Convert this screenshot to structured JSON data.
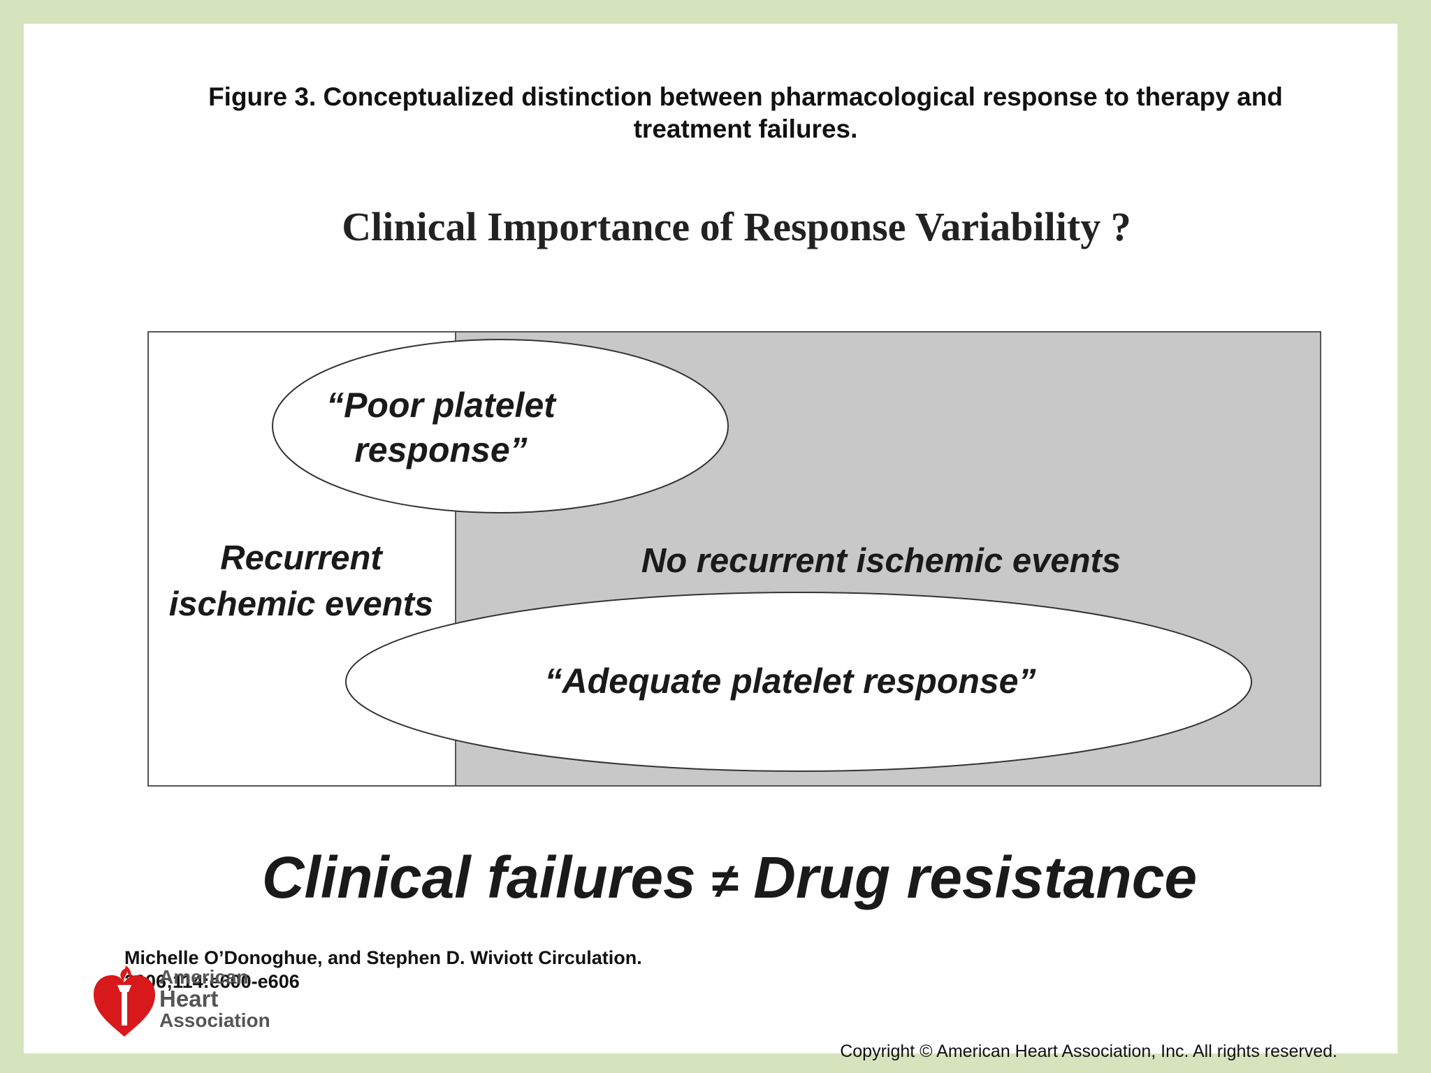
{
  "figure_title": {
    "line1": "Figure 3. Conceptualized distinction between pharmacological response to therapy and",
    "line2": "treatment failures."
  },
  "slide_title": "Clinical Importance of Response Variability ?",
  "diagram": {
    "poor_response": {
      "line1": "“Poor platelet",
      "line2": "response”"
    },
    "recurrent": {
      "line1": "Recurrent",
      "line2": "ischemic events"
    },
    "no_recurrent": "No recurrent ischemic events",
    "adequate_response": "“Adequate platelet response”",
    "colors": {
      "shaded_region": "#c8c8c8",
      "border": "#555555",
      "ellipse_fill": "#ffffff"
    }
  },
  "conclusion": {
    "left": "Clinical failures",
    "symbol": "≠",
    "right": "Drug resistance"
  },
  "citation": {
    "line1": "Michelle O’Donoghue, and Stephen D. Wiviott Circulation.",
    "line2": "2006;114:e600-e606"
  },
  "logo": {
    "line1": "American",
    "line2": "Heart",
    "line3": "Association",
    "icon": "heart-torch-icon",
    "color": "#d7191c"
  },
  "copyright": "Copyright © American Heart Association, Inc. All rights reserved.",
  "colors": {
    "page_background": "#d6e4bd",
    "slide_background": "#ffffff"
  }
}
